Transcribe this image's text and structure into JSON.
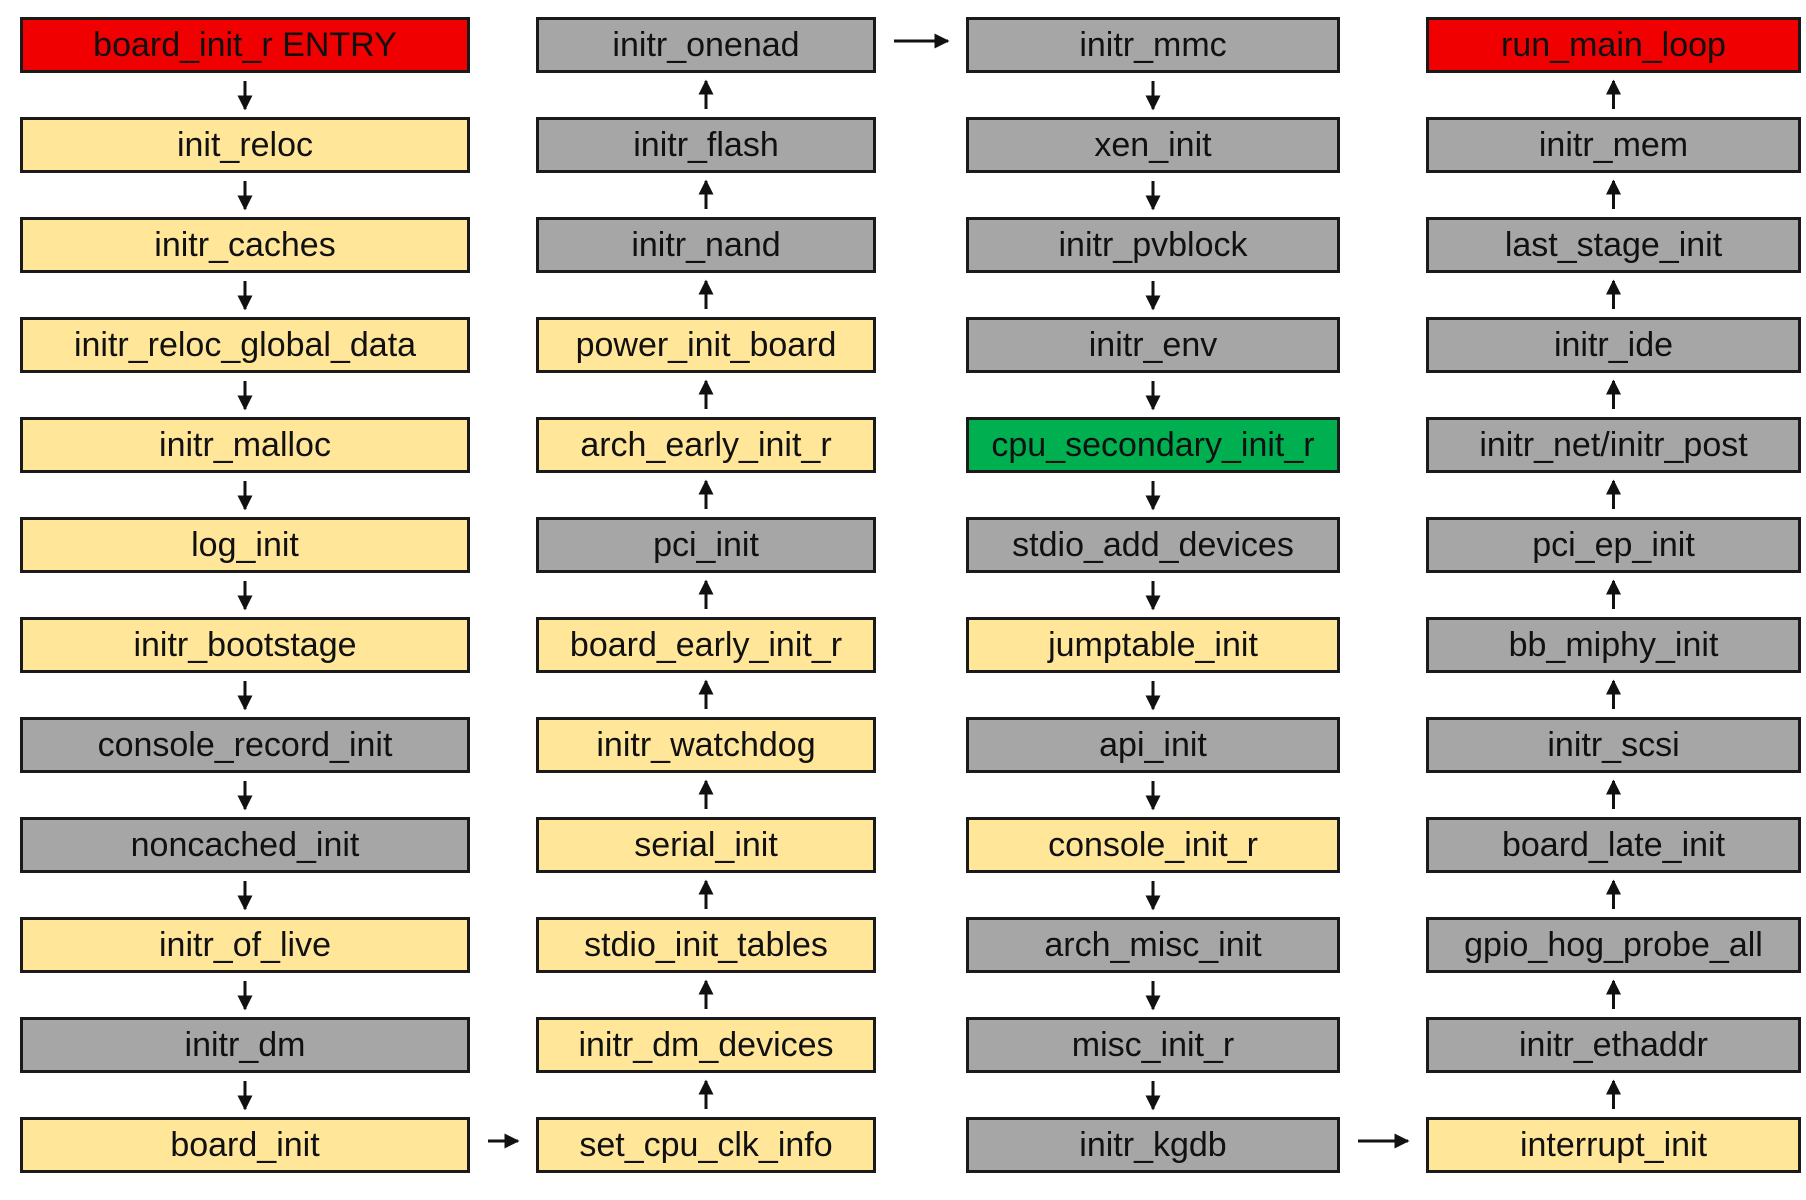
{
  "colors": {
    "entry_exit": "#f00000",
    "yellow": "#ffe699",
    "gray": "#a6a6a6",
    "green": "#00b050",
    "border": "#1a1a1a"
  },
  "columns": [
    {
      "direction": "down",
      "items": [
        {
          "label": "board_init_r ENTRY",
          "color": "red"
        },
        {
          "label": "init_reloc",
          "color": "yellow"
        },
        {
          "label": "initr_caches",
          "color": "yellow"
        },
        {
          "label": "initr_reloc_global_data",
          "color": "yellow"
        },
        {
          "label": "initr_malloc",
          "color": "yellow"
        },
        {
          "label": "log_init",
          "color": "yellow"
        },
        {
          "label": "initr_bootstage",
          "color": "yellow"
        },
        {
          "label": "console_record_init",
          "color": "gray"
        },
        {
          "label": "noncached_init",
          "color": "gray"
        },
        {
          "label": "initr_of_live",
          "color": "yellow"
        },
        {
          "label": "initr_dm",
          "color": "gray"
        },
        {
          "label": "board_init",
          "color": "yellow"
        }
      ]
    },
    {
      "direction": "up",
      "items": [
        {
          "label": "initr_onenad",
          "color": "gray"
        },
        {
          "label": "initr_flash",
          "color": "gray"
        },
        {
          "label": "initr_nand",
          "color": "gray"
        },
        {
          "label": "power_init_board",
          "color": "yellow"
        },
        {
          "label": "arch_early_init_r",
          "color": "yellow"
        },
        {
          "label": "pci_init",
          "color": "gray"
        },
        {
          "label": "board_early_init_r",
          "color": "yellow"
        },
        {
          "label": "initr_watchdog",
          "color": "yellow"
        },
        {
          "label": "serial_init",
          "color": "yellow"
        },
        {
          "label": "stdio_init_tables",
          "color": "yellow"
        },
        {
          "label": "initr_dm_devices",
          "color": "yellow"
        },
        {
          "label": "set_cpu_clk_info",
          "color": "yellow"
        }
      ]
    },
    {
      "direction": "down",
      "items": [
        {
          "label": "initr_mmc",
          "color": "gray"
        },
        {
          "label": "xen_init",
          "color": "gray"
        },
        {
          "label": "initr_pvblock",
          "color": "gray"
        },
        {
          "label": "initr_env",
          "color": "gray"
        },
        {
          "label": "cpu_secondary_init_r",
          "color": "green"
        },
        {
          "label": "stdio_add_devices",
          "color": "gray"
        },
        {
          "label": "jumptable_init",
          "color": "yellow"
        },
        {
          "label": "api_init",
          "color": "gray"
        },
        {
          "label": "console_init_r",
          "color": "yellow"
        },
        {
          "label": "arch_misc_init",
          "color": "gray"
        },
        {
          "label": "misc_init_r",
          "color": "gray"
        },
        {
          "label": "initr_kgdb",
          "color": "gray"
        }
      ]
    },
    {
      "direction": "up",
      "items": [
        {
          "label": "run_main_loop",
          "color": "red"
        },
        {
          "label": "initr_mem",
          "color": "gray"
        },
        {
          "label": "last_stage_init",
          "color": "gray"
        },
        {
          "label": "initr_ide",
          "color": "gray"
        },
        {
          "label": "initr_net/initr_post",
          "color": "gray"
        },
        {
          "label": "pci_ep_init",
          "color": "gray"
        },
        {
          "label": "bb_miphy_init",
          "color": "gray"
        },
        {
          "label": "initr_scsi",
          "color": "gray"
        },
        {
          "label": "board_late_init",
          "color": "gray"
        },
        {
          "label": "gpio_hog_probe_all",
          "color": "gray"
        },
        {
          "label": "initr_ethaddr",
          "color": "gray"
        },
        {
          "label": "interrupt_init",
          "color": "yellow"
        }
      ]
    }
  ],
  "connectors": [
    {
      "from_column": 0,
      "to_column": 1,
      "row": 11
    },
    {
      "from_column": 1,
      "to_column": 2,
      "row": 0
    },
    {
      "from_column": 2,
      "to_column": 3,
      "row": 11
    }
  ]
}
